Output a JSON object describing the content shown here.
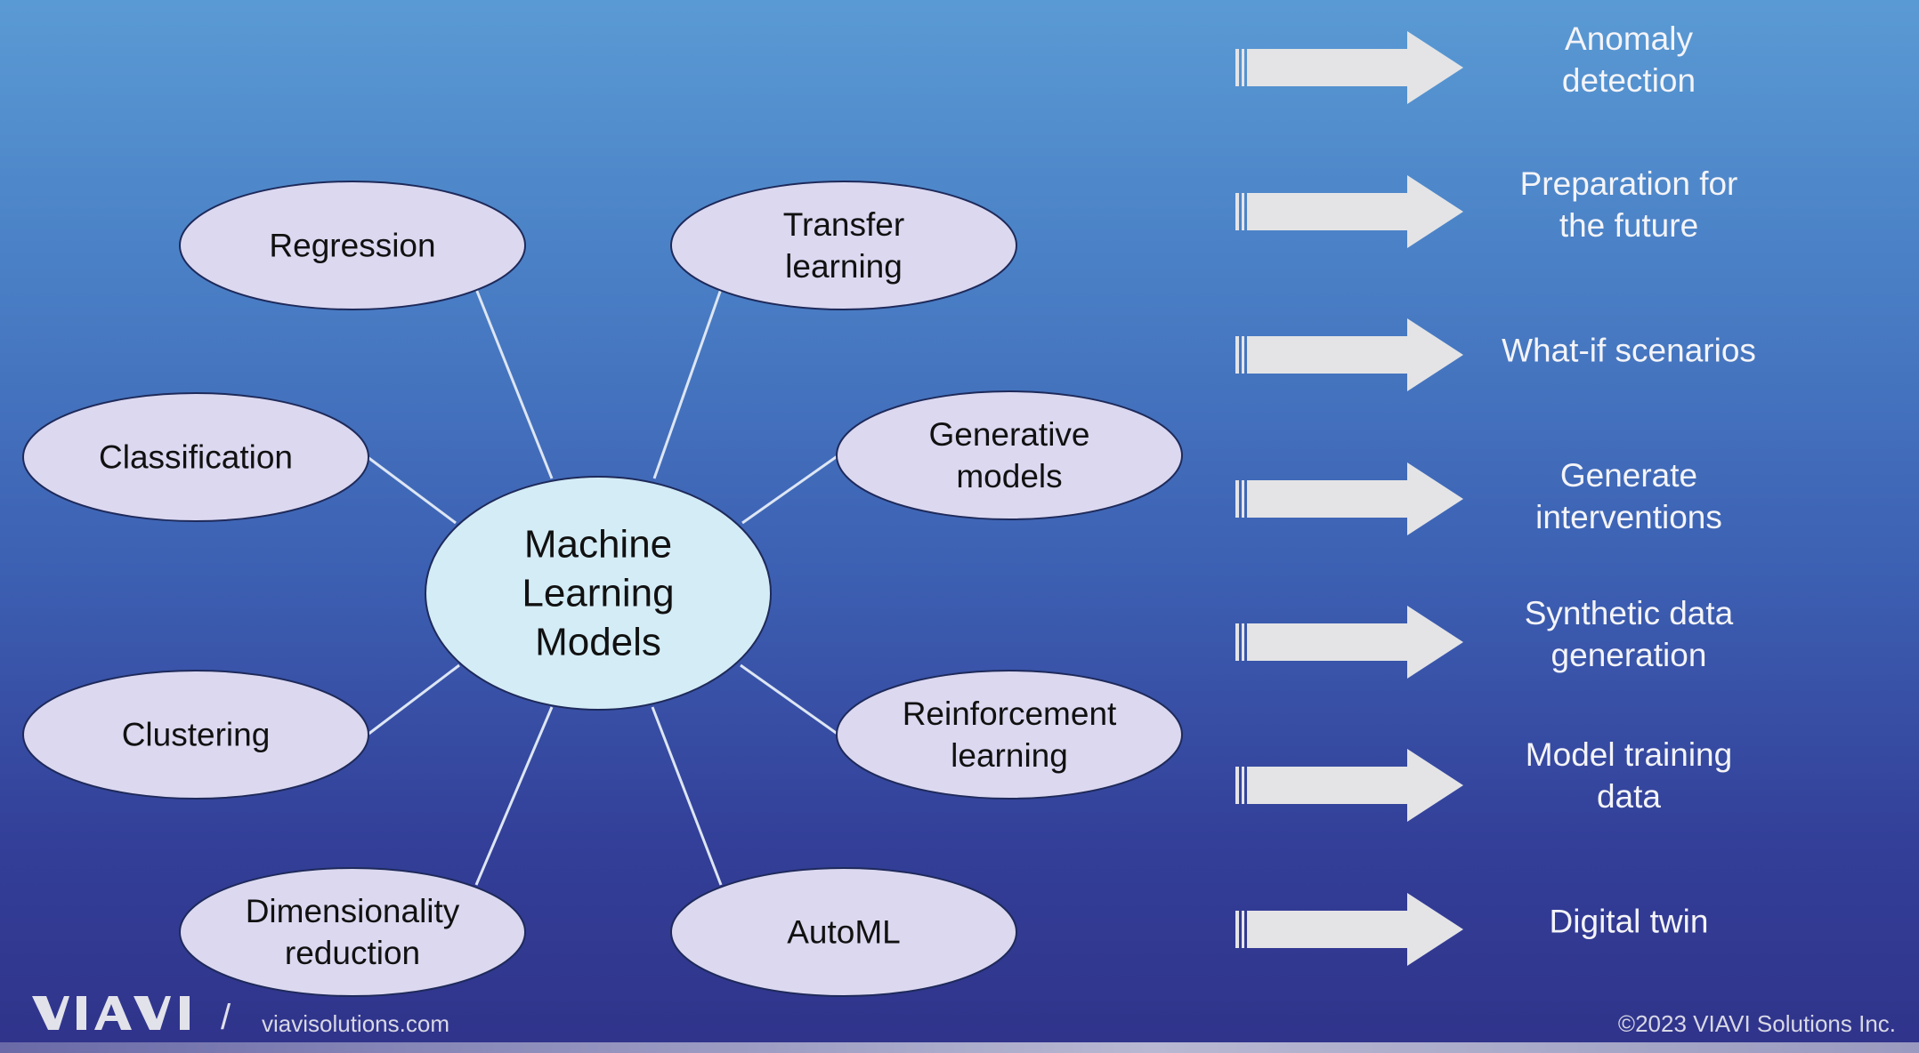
{
  "diagram": {
    "center": "Machine\nLearning\nModels",
    "nodes": [
      {
        "id": "regression",
        "label": "Regression"
      },
      {
        "id": "transfer-learning",
        "label": "Transfer\nlearning"
      },
      {
        "id": "classification",
        "label": "Classification"
      },
      {
        "id": "generative-models",
        "label": "Generative\nmodels"
      },
      {
        "id": "clustering",
        "label": "Clustering"
      },
      {
        "id": "reinforcement-learning",
        "label": "Reinforcement\nlearning"
      },
      {
        "id": "dimensionality-reduction",
        "label": "Dimensionality\nreduction"
      },
      {
        "id": "automl",
        "label": "AutoML"
      }
    ]
  },
  "outcomes": [
    "Anomaly\ndetection",
    "Preparation for\nthe future",
    "What-if scenarios",
    "Generate\ninterventions",
    "Synthetic data\ngeneration",
    "Model training\ndata",
    "Digital twin"
  ],
  "footer": {
    "logo": "VIAVI",
    "slash": "/",
    "website": "viavisolutions.com",
    "copyright": "©2023   VIAVI Solutions Inc."
  },
  "colors": {
    "node_fill": "#dcd8f0",
    "center_fill": "#d4ecf6",
    "arrow_fill": "#e4e4e6",
    "connector": "#dde6f4"
  }
}
